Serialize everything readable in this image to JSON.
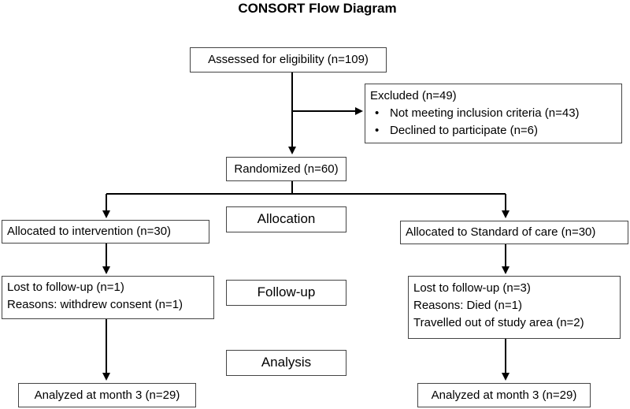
{
  "title": "CONSORT Flow Diagram",
  "assessed": "Assessed for eligibility (n=109)",
  "excluded": {
    "heading": "Excluded (n=49)",
    "bullets": [
      "Not meeting inclusion criteria (n=43)",
      "Declined to participate (n=6)"
    ]
  },
  "randomized": "Randomized (n=60)",
  "stages": {
    "allocation": "Allocation",
    "followup": "Follow-up",
    "analysis": "Analysis"
  },
  "intervention": {
    "allocated": "Allocated to intervention (n=30)",
    "lost": [
      "Lost to follow-up (n=1)",
      "Reasons: withdrew consent (n=1)"
    ],
    "analyzed": "Analyzed at month 3 (n=29)"
  },
  "standard_of_care": {
    "allocated": "Allocated to Standard of care (n=30)",
    "lost": [
      "Lost to follow-up (n=3)",
      "Reasons: Died (n=1)",
      "Travelled out of study area (n=2)"
    ],
    "analyzed": "Analyzed at month 3 (n=29)"
  }
}
